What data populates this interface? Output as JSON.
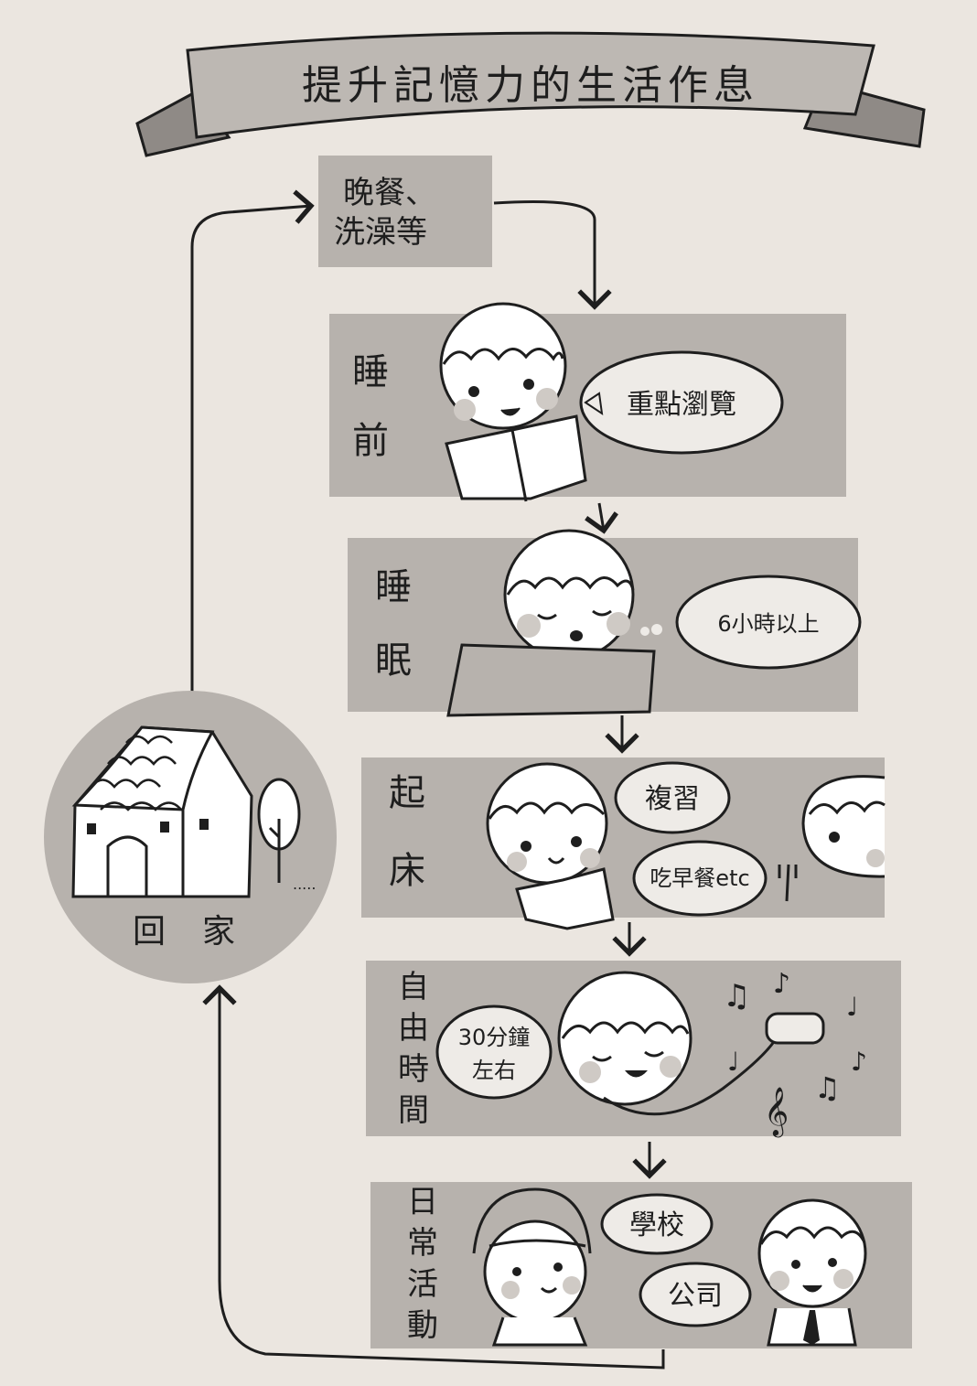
{
  "title": "提升記憶力的生活作息",
  "steps": {
    "dinner": {
      "line1": "晚餐、",
      "line2": "洗澡等"
    },
    "before_sleep": {
      "label": [
        "睡",
        "前"
      ],
      "bubble": "重點瀏覽"
    },
    "sleep": {
      "label": [
        "睡",
        "眠"
      ],
      "bubble": "6小時以上"
    },
    "wake_up": {
      "label": [
        "起",
        "床"
      ],
      "bubble_review": "複習",
      "bubble_breakfast": "吃早餐etc"
    },
    "free_time": {
      "label": [
        "自",
        "由",
        "時",
        "間"
      ],
      "bubble_line1": "30分鐘",
      "bubble_line2": "左右"
    },
    "daily": {
      "label": [
        "日",
        "常",
        "活",
        "動"
      ],
      "bubble_school": "學校",
      "bubble_company": "公司"
    },
    "home": {
      "label": "回家"
    }
  },
  "colors": {
    "background": "#ebe6e0",
    "panel": "#b7b2ad",
    "banner": "#bdb8b3",
    "bubble": "#eeebe7",
    "ink": "#1e1e1e",
    "skin": "#ffffff",
    "cheek": "#cfcac5"
  }
}
